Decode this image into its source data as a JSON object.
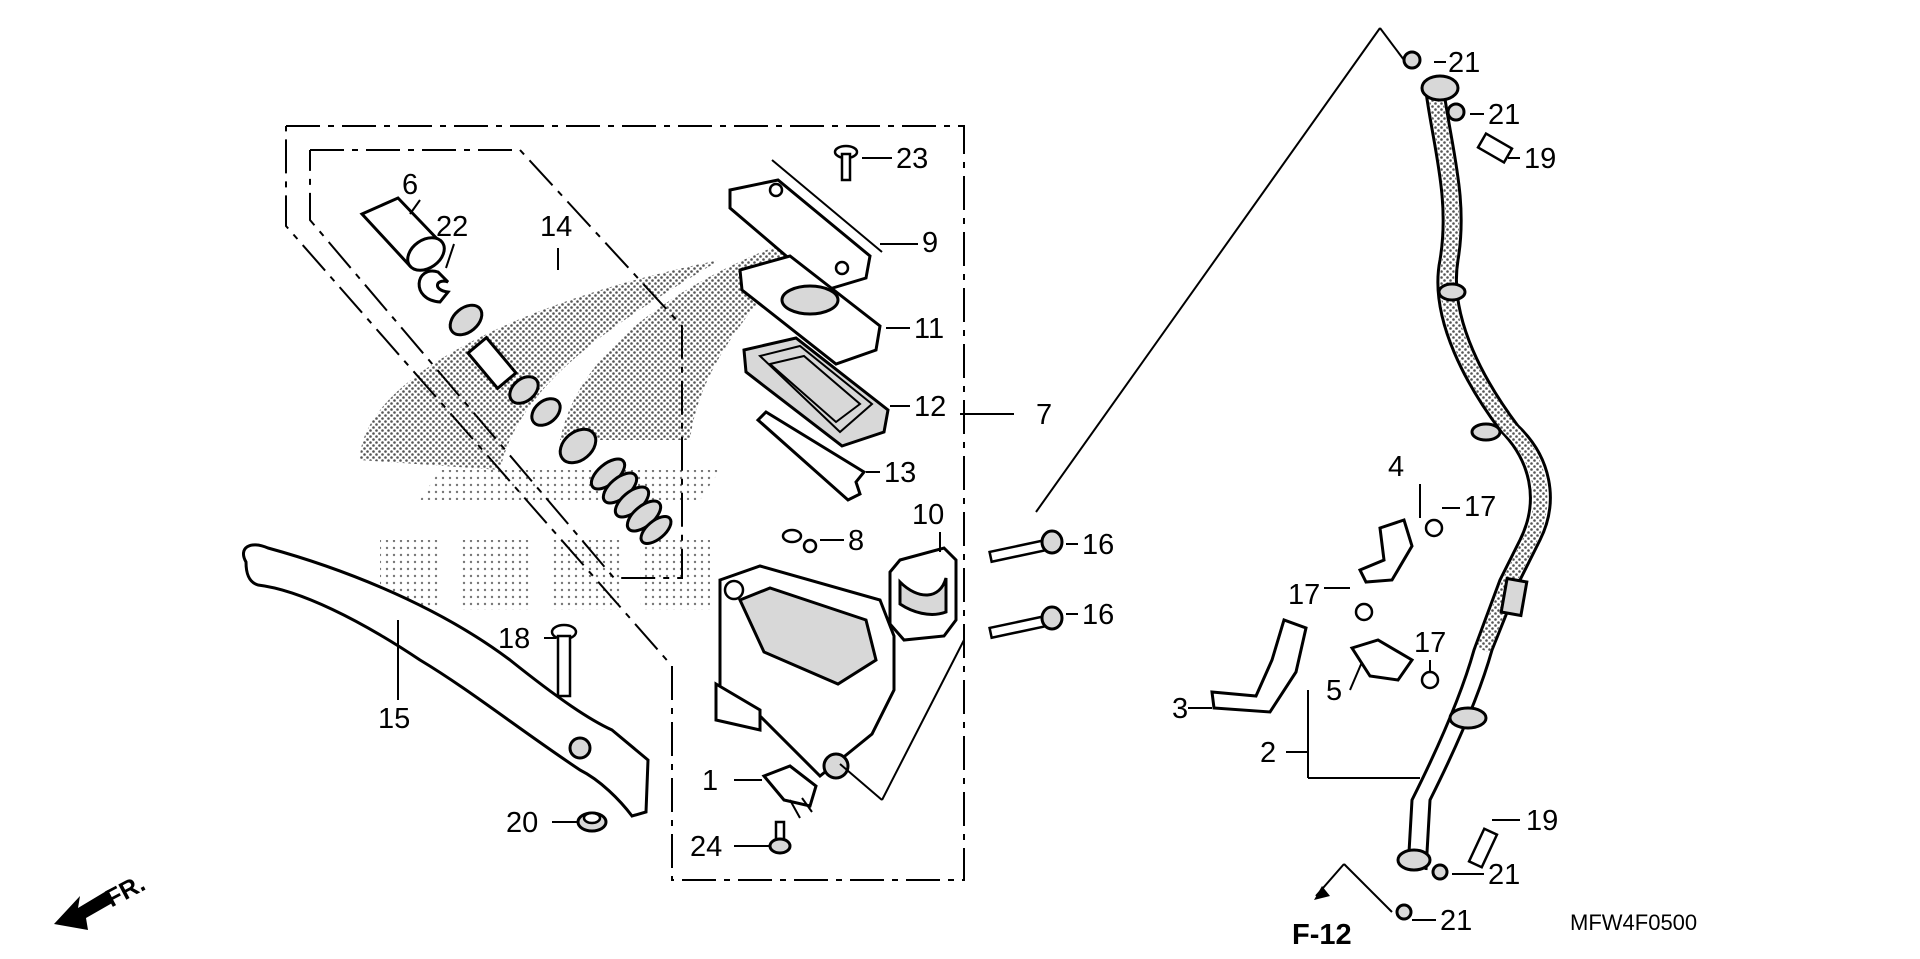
{
  "diagram": {
    "callouts": [
      "1",
      "2",
      "3",
      "4",
      "5",
      "6",
      "7",
      "8",
      "9",
      "10",
      "11",
      "12",
      "13",
      "14",
      "15",
      "16",
      "16",
      "17",
      "17",
      "17",
      "18",
      "19",
      "19",
      "20",
      "21",
      "21",
      "21",
      "21",
      "22",
      "23",
      "24"
    ],
    "ref_label": "F-12",
    "direction_label": "FR.",
    "diagram_code": "MFW4F0500"
  }
}
